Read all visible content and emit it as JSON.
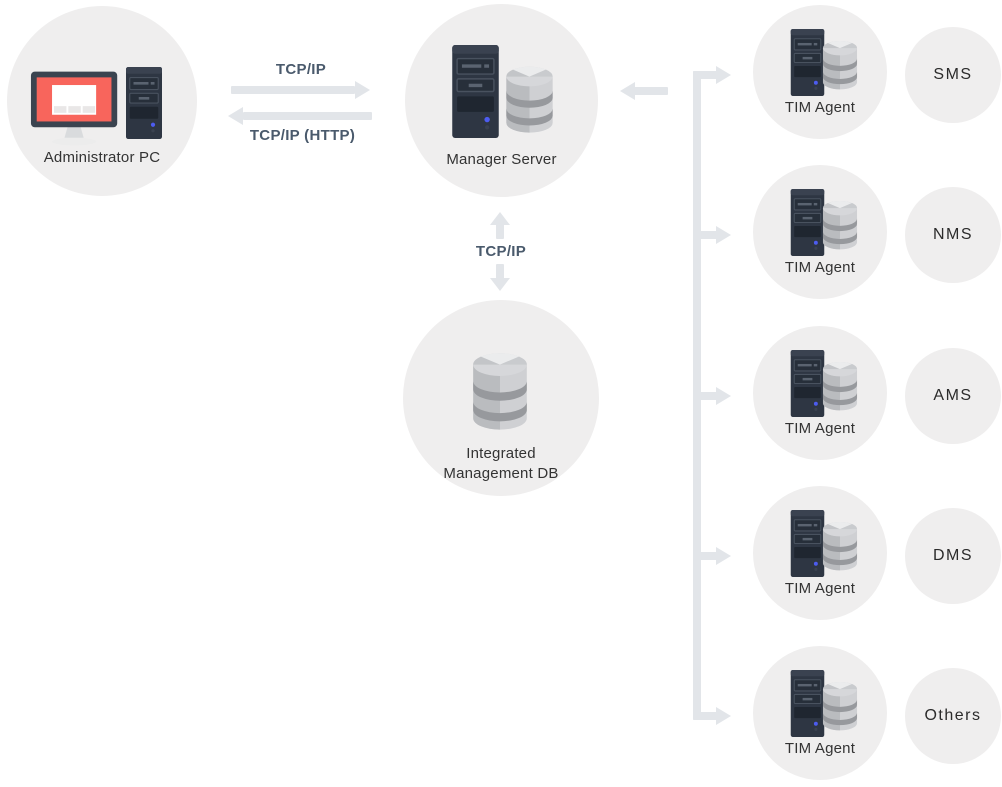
{
  "nodes": {
    "admin_pc": {
      "label": "Administrator PC"
    },
    "manager_server": {
      "label": "Manager Server"
    },
    "integrated_db": {
      "label_line1": "Integrated",
      "label_line2": "Management DB"
    }
  },
  "connections": {
    "admin_to_manager": {
      "label": "TCP/IP",
      "direction": "right"
    },
    "manager_to_admin": {
      "label": "TCP/IP (HTTP)",
      "direction": "left"
    },
    "manager_to_db": {
      "label": "TCP/IP",
      "direction": "both"
    }
  },
  "agents": [
    {
      "label": "TIM Agent",
      "system": "SMS"
    },
    {
      "label": "TIM Agent",
      "system": "NMS"
    },
    {
      "label": "TIM Agent",
      "system": "AMS"
    },
    {
      "label": "TIM Agent",
      "system": "DMS"
    },
    {
      "label": "TIM Agent",
      "system": "Others"
    }
  ],
  "icons": {
    "admin_pc": [
      "monitor-icon",
      "server-tower-icon"
    ],
    "manager_server": [
      "server-tower-icon",
      "database-icon"
    ],
    "integrated_db": [
      "database-icon"
    ],
    "tim_agent": [
      "server-tower-icon",
      "database-icon"
    ]
  },
  "colors": {
    "circle_bg": "#efeeee",
    "arrow": "#e2e5e9",
    "node_label": "#333333",
    "protocol_label": "#4a5a6c",
    "tower_body": "#2e3643",
    "screen_red": "#f8655c",
    "db_body": "#cfd0d3",
    "db_band": "#97999d",
    "led_blue": "#4d5cf0"
  }
}
